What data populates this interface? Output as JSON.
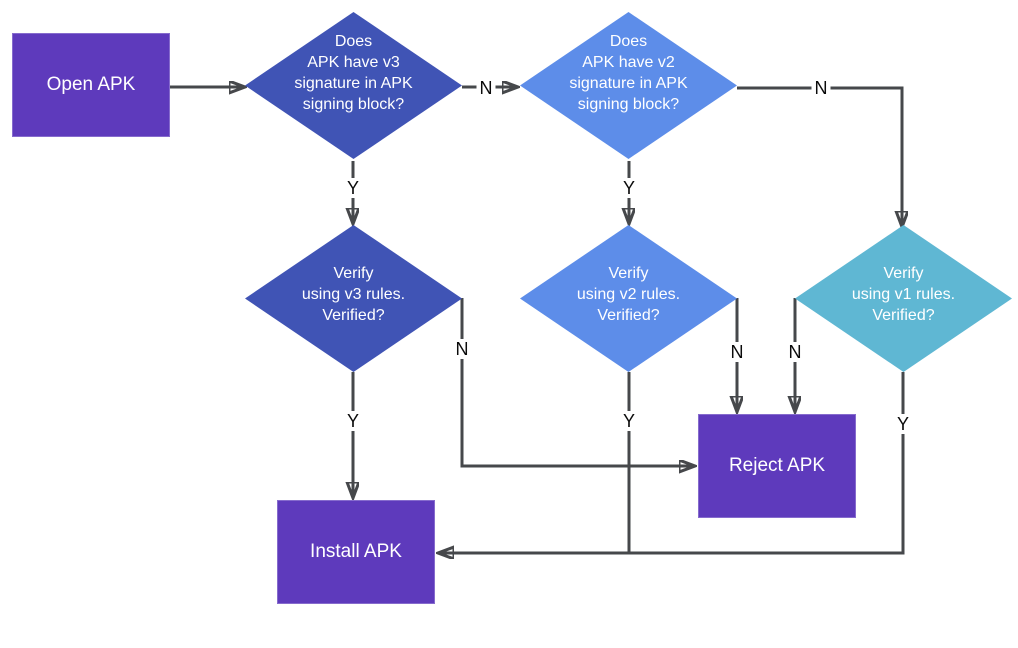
{
  "nodes": {
    "open_apk": {
      "label": "Open APK",
      "type": "process"
    },
    "check_v3": {
      "label": "Does\nAPK have v3\nsignature in APK\nsigning block?",
      "type": "decision"
    },
    "check_v2": {
      "label": "Does\nAPK have v2\nsignature in APK\nsigning block?",
      "type": "decision"
    },
    "verify_v3": {
      "label": "Verify\nusing v3 rules.\nVerified?",
      "type": "decision"
    },
    "verify_v2": {
      "label": "Verify\nusing v2 rules.\nVerified?",
      "type": "decision"
    },
    "verify_v1": {
      "label": "Verify\nusing v1 rules.\nVerified?",
      "type": "decision"
    },
    "reject_apk": {
      "label": "Reject APK",
      "type": "process"
    },
    "install_apk": {
      "label": "Install APK",
      "type": "process"
    }
  },
  "edge_labels": {
    "check_v3_no": "N",
    "check_v3_yes": "Y",
    "check_v2_no": "N",
    "check_v2_yes": "Y",
    "verify_v3_yes": "Y",
    "verify_v3_no": "N",
    "verify_v2_yes": "Y",
    "verify_v2_no": "N",
    "verify_v1_no": "N",
    "verify_v1_yes": "Y"
  },
  "colors": {
    "process_purple": "#5e3abc",
    "decision_indigo": "#4054b5",
    "decision_blue": "#5d8de9",
    "decision_teal": "#5fb7d3",
    "connector_gray": "#46484b",
    "node_text": "#ffffff",
    "edge_label_text": "#0b0b0b",
    "background": "#ffffff"
  }
}
